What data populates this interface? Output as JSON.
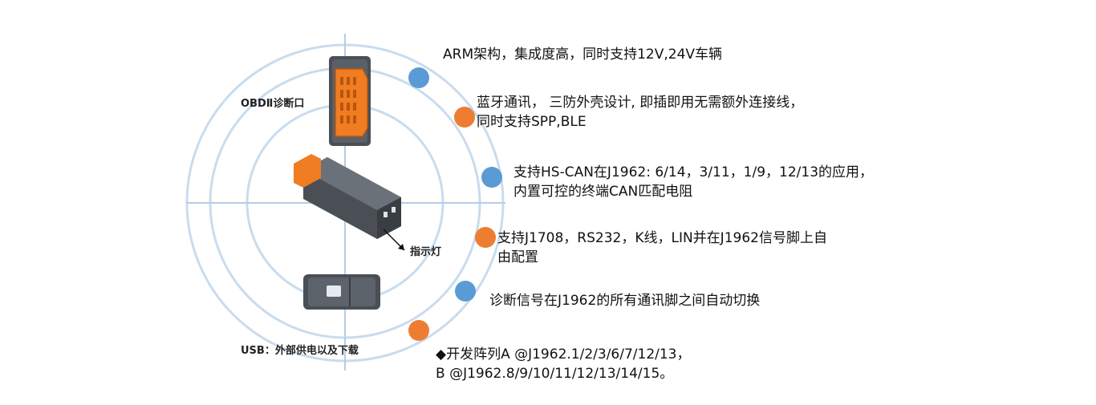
{
  "labels": {
    "obd_port": "OBDⅡ诊断口",
    "indicator": "指示灯",
    "usb": "USB：外部供电以及下载"
  },
  "features": [
    {
      "lines": [
        "ARM架构，集成度高，同时支持12V,24V车辆"
      ],
      "dot_color": "#5b9bd5"
    },
    {
      "lines": [
        "蓝牙通讯， 三防外壳设计, 即插即用无需额外连接线，",
        "同时支持SPP,BLE"
      ],
      "dot_color": "#ed7d31"
    },
    {
      "lines": [
        "支持HS-CAN在J1962:  6/14，3/11，1/9，12/13的应用，",
        "内置可控的终端CAN匹配电阻"
      ],
      "dot_color": "#5b9bd5"
    },
    {
      "lines": [
        "支持J1708，RS232，K线，LIN并在J1962信号脚上自",
        "由配置"
      ],
      "dot_color": "#ed7d31"
    },
    {
      "lines": [
        "诊断信号在J1962的所有通讯脚之间自动切换"
      ],
      "dot_color": "#5b9bd5"
    },
    {
      "lines": [
        "◆开发阵列A @J1962.1/2/3/6/7/12/13，",
        "B @J1962.8/9/10/11/12/13/14/15。"
      ],
      "dot_color": "#ed7d31"
    }
  ],
  "colors": {
    "ring": "#c9dcee",
    "axis": "#b7cde6",
    "blue": "#5b9bd5",
    "orange": "#ed7d31",
    "device_body": "#4a4f55",
    "device_connector": "#f07d22"
  }
}
